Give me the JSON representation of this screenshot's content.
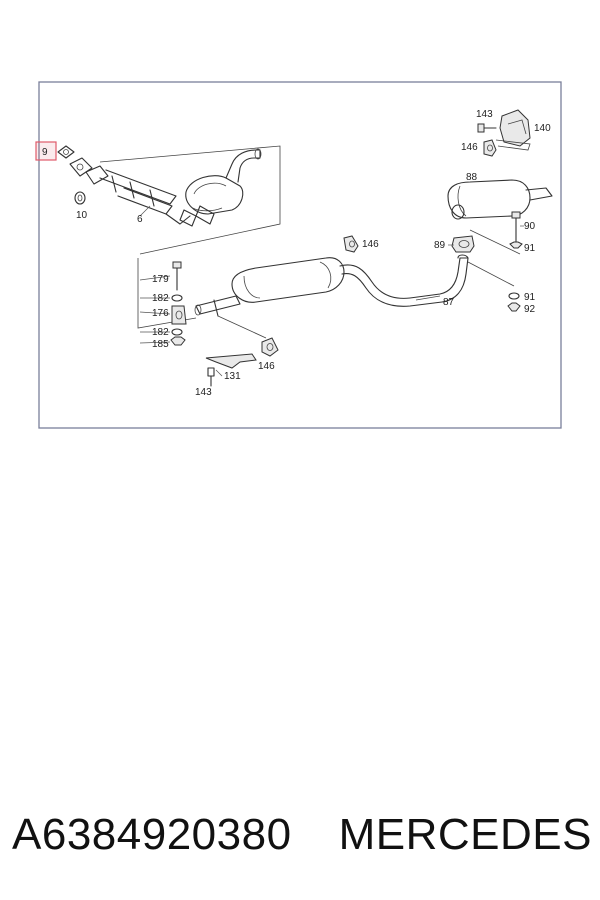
{
  "diagram": {
    "labels": {
      "l9": "9",
      "l10": "10",
      "l6": "6",
      "l143a": "143",
      "l140": "140",
      "l146a": "146",
      "l88": "88",
      "l90": "90",
      "l91a": "91",
      "l89": "89",
      "l146b": "146",
      "l87": "87",
      "l91b": "91",
      "l92": "92",
      "l179": "179",
      "l182a": "182",
      "l176": "176",
      "l182b": "182",
      "l185": "185",
      "l146c": "146",
      "l131": "131",
      "l143b": "143"
    },
    "highlight_color": "#e05a6a",
    "frame_color": "#7a7f9a"
  },
  "caption": {
    "part_number": "A6384920380",
    "brand": "MERCEDES"
  }
}
